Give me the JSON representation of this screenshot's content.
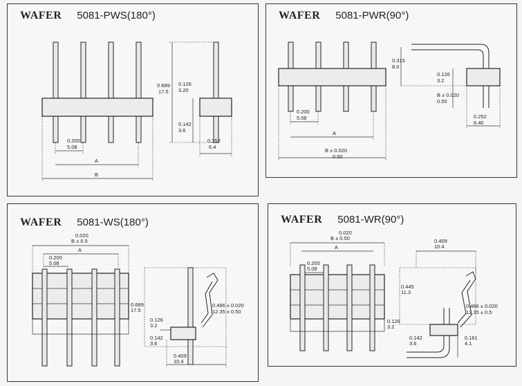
{
  "panels": [
    {
      "brand": "WAFER",
      "model": "5081-PWS(180°)",
      "dims": {
        "h_in": "0.689",
        "h_mm": "17.5",
        "t_in": "0.126",
        "t_mm": "3.20",
        "b_in": "0.142",
        "b_mm": "3.6",
        "w_in": "0.252",
        "w_mm": "6.4",
        "pitch_in": "0.200",
        "pitch_mm": "5.08",
        "a": "A",
        "b": "B"
      }
    },
    {
      "brand": "WAFER",
      "model": "5081-PWR(90°)",
      "dims": {
        "h_in": "0.315",
        "h_mm": "8.0",
        "t_in": "0.126",
        "t_mm": "3.2",
        "b_in": "B ± 0.020",
        "b_mm": "0.50",
        "w_in": "0.252",
        "w_mm": "6.40",
        "pitch_in": "0.200",
        "pitch_mm": "5.08",
        "a": "A"
      }
    },
    {
      "brand": "WAFER",
      "model": "5081-WS(180°)",
      "dims": {
        "b_tol": "0.020",
        "b_label": "B ± 0.5",
        "a": "A",
        "pitch_in": "0.200",
        "pitch_mm": "5.08",
        "h_in": "0.689",
        "h_mm": "17.5",
        "s_in": "0.496 ± 0.020",
        "s_mm": "12.35 ± 0.50",
        "t_in": "0.126",
        "t_mm": "3.2",
        "b_in": "0.142",
        "b_mm": "3.6",
        "w_in": "0.409",
        "w_mm": "10.4"
      }
    },
    {
      "brand": "WAFER",
      "model": "5081-WR(90°)",
      "dims": {
        "b_tol": "0.020",
        "b_label": "B ± 0.50",
        "a": "A",
        "pitch_in": "0.200",
        "pitch_mm": "5.08",
        "w_in": "0.409",
        "w_mm": "10.4",
        "h_in": "0.445",
        "h_mm": "11.3",
        "s_in": "0.486 ± 0.020",
        "s_mm": "12.35 ± 0.5",
        "t_in": "0.126",
        "t_mm": "3.2",
        "b_in": "0.142",
        "b_mm": "3.6",
        "r_in": "0.161",
        "r_mm": "4.1"
      }
    }
  ]
}
